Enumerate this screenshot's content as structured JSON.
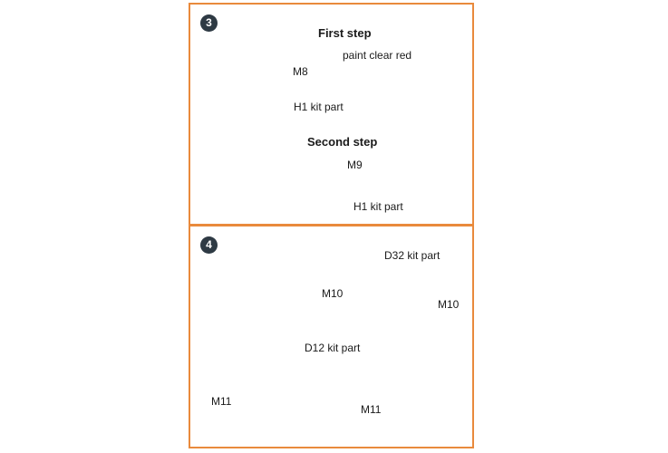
{
  "step3": {
    "number": "3",
    "first_step_title": "First step",
    "second_step_title": "Second step",
    "label_m8": "M8",
    "label_h1_first": "H1 kit part",
    "label_paint": "paint clear red",
    "label_m9": "M9",
    "label_h1_second": "H1 kit part"
  },
  "step4": {
    "number": "4",
    "label_d32": "D32 kit part",
    "label_m10_left": "M10",
    "label_m10_right": "M10",
    "label_d12": "D12 kit part",
    "label_m11_left": "M11",
    "label_m11_right": "M11"
  },
  "colors": {
    "frame": "#e98a3c",
    "tan_part": "#dfc28c",
    "badge": "#2e3a44",
    "resin_icon": "#e2701f"
  },
  "icons": [
    "resin-part-icon"
  ]
}
